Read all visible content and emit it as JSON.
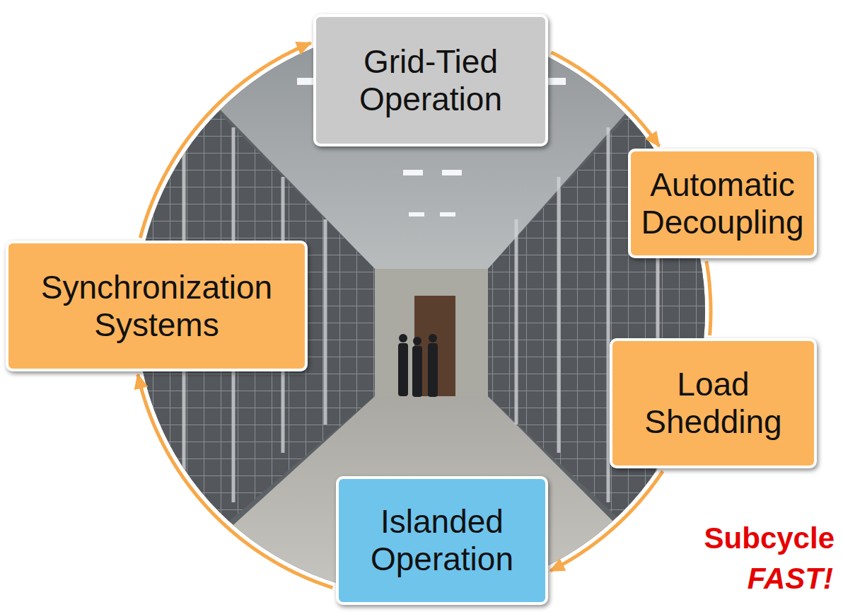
{
  "diagram": {
    "nodes": [
      {
        "text": [
          "Grid-Tied Operation"
        ]
      },
      {
        "text": [
          "Automatic Decoupling"
        ]
      },
      {
        "text": [
          "Load Shedding"
        ]
      },
      {
        "text": [
          "Islanded Operation"
        ]
      },
      {
        "text": [
          "Synchronization Systems"
        ]
      }
    ],
    "edges": [
      {
        "from": 0,
        "to": 1,
        "arrow": "to"
      },
      {
        "from": 1,
        "to": 2,
        "arrow": "none"
      },
      {
        "from": 2,
        "to": 3,
        "arrow": "to"
      },
      {
        "from": 3,
        "to": 4,
        "arrow": "to"
      },
      {
        "from": 4,
        "to": 0,
        "arrow": "to"
      }
    ],
    "labels": [
      "Subcycle",
      "FAST!"
    ]
  }
}
